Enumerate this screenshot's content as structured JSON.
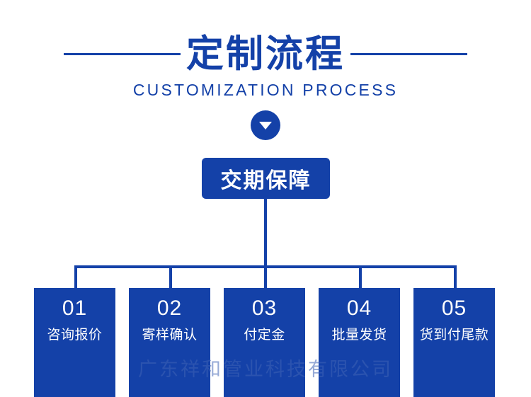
{
  "header": {
    "title": "定制流程",
    "subtitle": "CUSTOMIZATION PROCESS"
  },
  "arrow": {
    "icon": "triangle-down-icon"
  },
  "top_box": {
    "label": "交期保障"
  },
  "steps": [
    {
      "number": "01",
      "label": "咨询报价"
    },
    {
      "number": "02",
      "label": "寄样确认"
    },
    {
      "number": "03",
      "label": "付定金"
    },
    {
      "number": "04",
      "label": "批量发货"
    },
    {
      "number": "05",
      "label": "货到付尾款"
    }
  ],
  "watermark": {
    "text": "广东祥和管业科技有限公司"
  },
  "colors": {
    "brand_blue": "#1441a8",
    "background": "#ffffff",
    "text_on_brand": "#ffffff"
  }
}
